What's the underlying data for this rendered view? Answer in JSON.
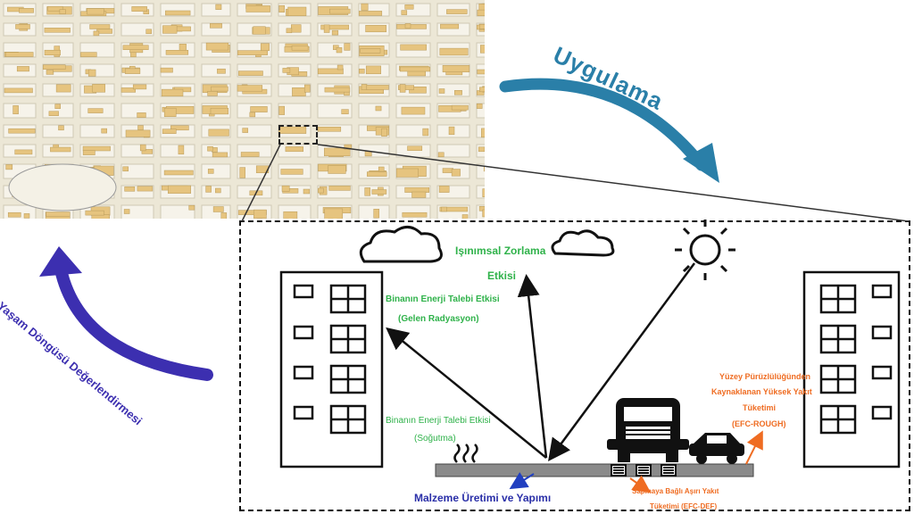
{
  "arrow_top_label": "Uygulama",
  "arrow_left_label": "Yaşam Döngüsü Değerlendirmesi",
  "radiative_forcing": [
    "Işınımsal Zorlama",
    "Etkisi"
  ],
  "energy_demand_incoming": [
    "Binanın Enerji Talebi Etkisi",
    "(Gelen Radyasyon)"
  ],
  "energy_demand_cooling": [
    "Binanın Enerji Talebi Etkisi",
    "(Soğutma)"
  ],
  "material": "Malzeme Üretimi ve Yapımı",
  "roughness_fuel": [
    "Yüzey Pürüzlülüğünden",
    "Kaynaklanan Yüksek Yakıt",
    "Tüketimi",
    "(EFC-ROUGH)"
  ],
  "deflection_fuel": [
    "Sapmaya Bağlı Aşırı Yakıt",
    "Tüketimi (EFC-DEF)"
  ],
  "colors": {
    "uygulama_arrow": "#2a7fa8",
    "lca_arrow": "#3c2fb0",
    "green_text": "#2fb24a",
    "orange_text": "#ef6c22",
    "map_background": "#ece7d6",
    "map_block": "#e6c47f",
    "road": "#8a8a8a"
  }
}
